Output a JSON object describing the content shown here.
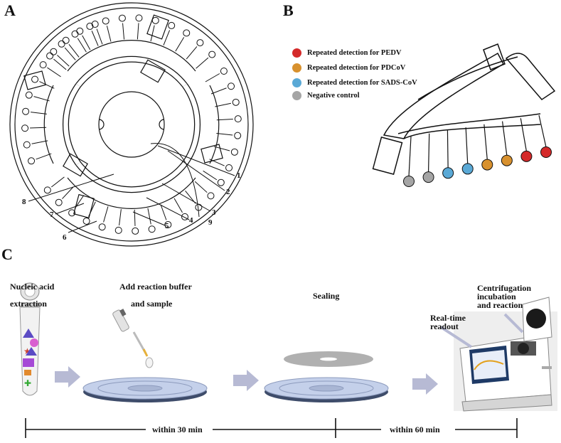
{
  "panels": {
    "a": "A",
    "b": "B",
    "c": "C"
  },
  "callouts": [
    "1",
    "2",
    "3",
    "4",
    "5",
    "6",
    "7",
    "8",
    "9"
  ],
  "legend": [
    {
      "label": "Repeated detection for PEDV",
      "color": "#d42a2a"
    },
    {
      "label": "Repeated detection for PDCoV",
      "color": "#d8912e"
    },
    {
      "label": "Repeated detection for SADS-CoV",
      "color": "#5aa9d6"
    },
    {
      "label": "Negative control",
      "color": "#a5a5a5"
    }
  ],
  "well_colors": [
    "#a5a5a5",
    "#a5a5a5",
    "#5aa9d6",
    "#5aa9d6",
    "#d8912e",
    "#d8912e",
    "#d42a2a",
    "#d42a2a"
  ],
  "steps": {
    "extraction_1": "Nucleic acid",
    "extraction_2": "extraction",
    "add_1": "Add reaction buffer",
    "add_2": "and sample",
    "sealing": "Sealing",
    "centri_1": "Centrifugation",
    "centri_2": "incubation",
    "centri_3": "and reaction",
    "readout_1": "Real-time",
    "readout_2": "readout"
  },
  "timeline": {
    "t1": "within 30 min",
    "t2": "within 60 min"
  }
}
